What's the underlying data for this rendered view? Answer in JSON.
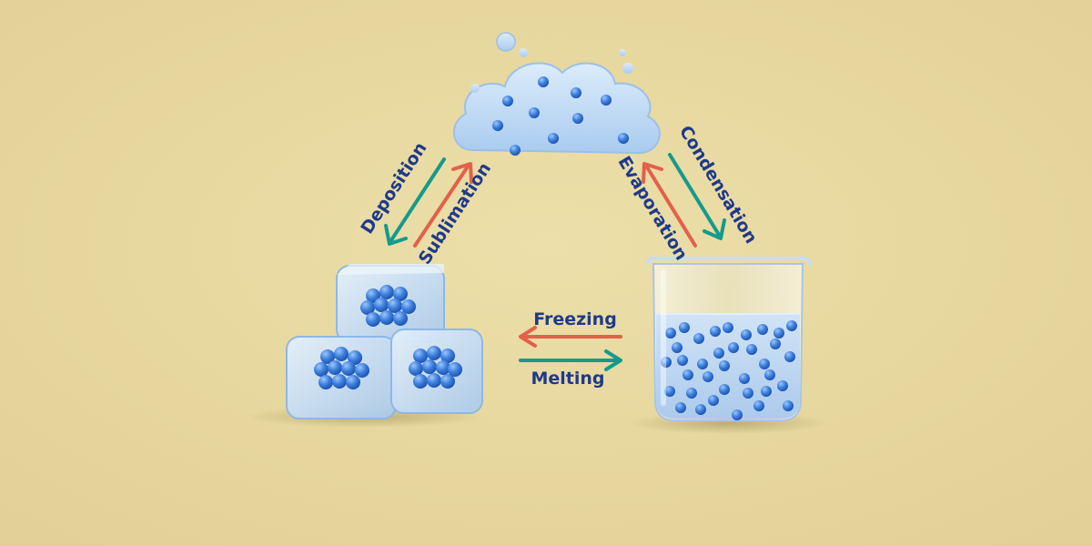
{
  "processes": {
    "deposition": "Deposition",
    "sublimation": "Sublimation",
    "evaporation": "Evaporation",
    "condensation": "Condensation",
    "freezing": "Freezing",
    "melting": "Melting"
  },
  "colors": {
    "background": "#e8d9a2",
    "arrow_red": "#e2604c",
    "arrow_teal": "#159a8c",
    "label_blue": "#1f3a8a",
    "particle_blue": "#3d7fdc",
    "ice_blue": "#b9d7f5",
    "cloud_blue": "#b8d6f3"
  }
}
